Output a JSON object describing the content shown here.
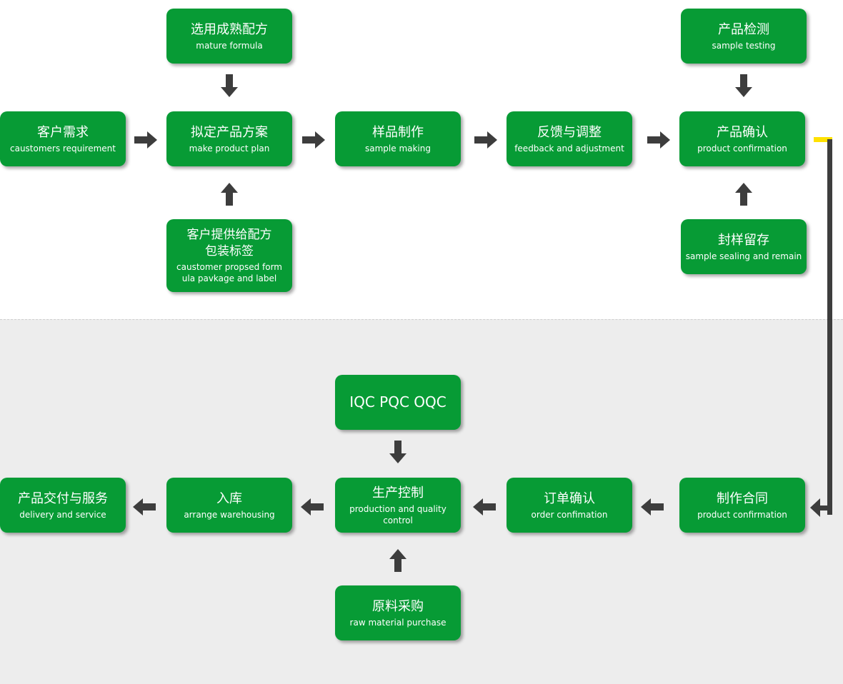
{
  "nodes": {
    "customer_requirement": {
      "zh": "客户需求",
      "en": "caustomers requirement"
    },
    "mature_formula": {
      "zh": "选用成熟配方",
      "en": "mature formula"
    },
    "product_plan": {
      "zh": "拟定产品方案",
      "en": "make product plan"
    },
    "customer_formula": {
      "zh1": "客户提供给配方",
      "zh2": "包装标签",
      "en1": "caustomer propsed form",
      "en2": "ula pavkage and label"
    },
    "sample_making": {
      "zh": "样品制作",
      "en": "sample making"
    },
    "feedback": {
      "zh": "反馈与调整",
      "en": "feedback and adjustment"
    },
    "product_testing": {
      "zh": "产品检测",
      "en": "sample testing"
    },
    "product_confirmation": {
      "zh": "产品确认",
      "en": "product confirmation"
    },
    "sample_sealing": {
      "zh": "封样留存",
      "en": "sample sealing and remain"
    },
    "qc": {
      "zh": "IQC PQC OQC"
    },
    "delivery": {
      "zh": "产品交付与服务",
      "en": "delivery and service"
    },
    "warehousing": {
      "zh": "入库",
      "en": "arrange warehousing"
    },
    "production": {
      "zh": "生产控制",
      "en": "production and quality control"
    },
    "order_confirmation": {
      "zh": "订单确认",
      "en": "order confimation"
    },
    "contract": {
      "zh": "制作合同",
      "en": "product confirmation"
    },
    "raw_material": {
      "zh": "原料采购",
      "en": "raw material purchase"
    }
  },
  "colors": {
    "node_fill": "#079b35",
    "arrow": "#3d3d3d",
    "connector_accent": "#ffe100",
    "lower_background": "#ededed"
  }
}
